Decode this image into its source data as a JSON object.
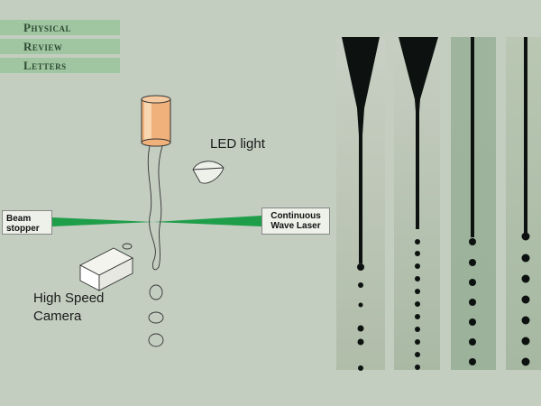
{
  "banner": {
    "line1": "Physical",
    "line2": "Review",
    "line3": "Letters"
  },
  "labels": {
    "led_light": "LED light",
    "beam_stopper": "Beam stopper",
    "laser": "Continuous Wave Laser",
    "camera": "High Speed Camera"
  },
  "colors": {
    "laser_beam": "#1f9e4a",
    "banner_bg": "#9fc6a0",
    "led_cylinder": "#f0b27a"
  }
}
